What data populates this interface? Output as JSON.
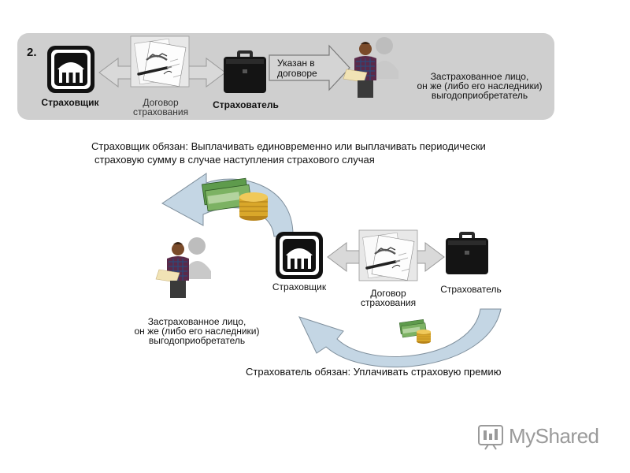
{
  "section_number": "2.",
  "top": {
    "insurer_label": "Страховщик",
    "contract_label": "Договор страхования",
    "policyholder_label": "Страхователь",
    "arrow_text": "Указан в договоре",
    "insured_lines": [
      "Застрахованное лицо,",
      "он же (либо его наследники)",
      "выгодоприобретатель"
    ]
  },
  "insurer_duty": [
    "Страховщик обязан: Выплачивать единовременно  или выплачивать периодически",
    "страховую сумму в случае наступления страхового случая"
  ],
  "bottom": {
    "insurer_label": "Страховщик",
    "contract_label": "Договор страхования",
    "policyholder_label": "Страхователь",
    "insured_lines": [
      "Застрахованное лицо,",
      "он же (либо его наследники)",
      "выгодоприобретатель"
    ]
  },
  "policyholder_duty": "Страхователь обязан: Уплачивать страховую премию",
  "watermark_text": "MyShared",
  "colors": {
    "panel": "#cfcfcf",
    "arrow_fill": "#c4d6e4",
    "arrow_stroke": "#7f8f9c",
    "building_dark": "#111111",
    "briefcase": "#141414",
    "money_green": "#5e9b4c",
    "coin_gold": "#d9a72a"
  }
}
